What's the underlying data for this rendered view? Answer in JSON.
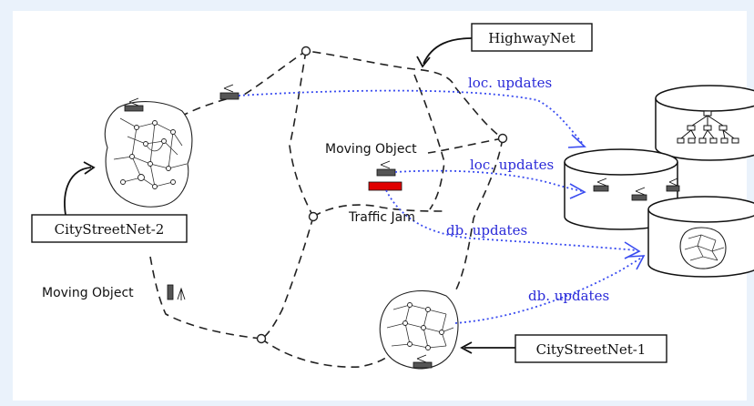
{
  "labels": {
    "highway_net": "HighwayNet",
    "city_street_net_2": "CityStreetNet-2",
    "city_street_net_1": "CityStreetNet-1",
    "moving_object_center": "Moving Object",
    "moving_object_left": "Moving Object",
    "traffic_jam": "Traffic Jam"
  },
  "updates": {
    "loc_updates_1": "loc. updates",
    "loc_updates_2": "loc. updates",
    "db_updates_1": "db. updates",
    "db_updates_2": "db. updates"
  },
  "colors": {
    "background": "#eaf2fb",
    "update_arrow": "#3a4cf0",
    "traffic_jam": "#e00000"
  }
}
